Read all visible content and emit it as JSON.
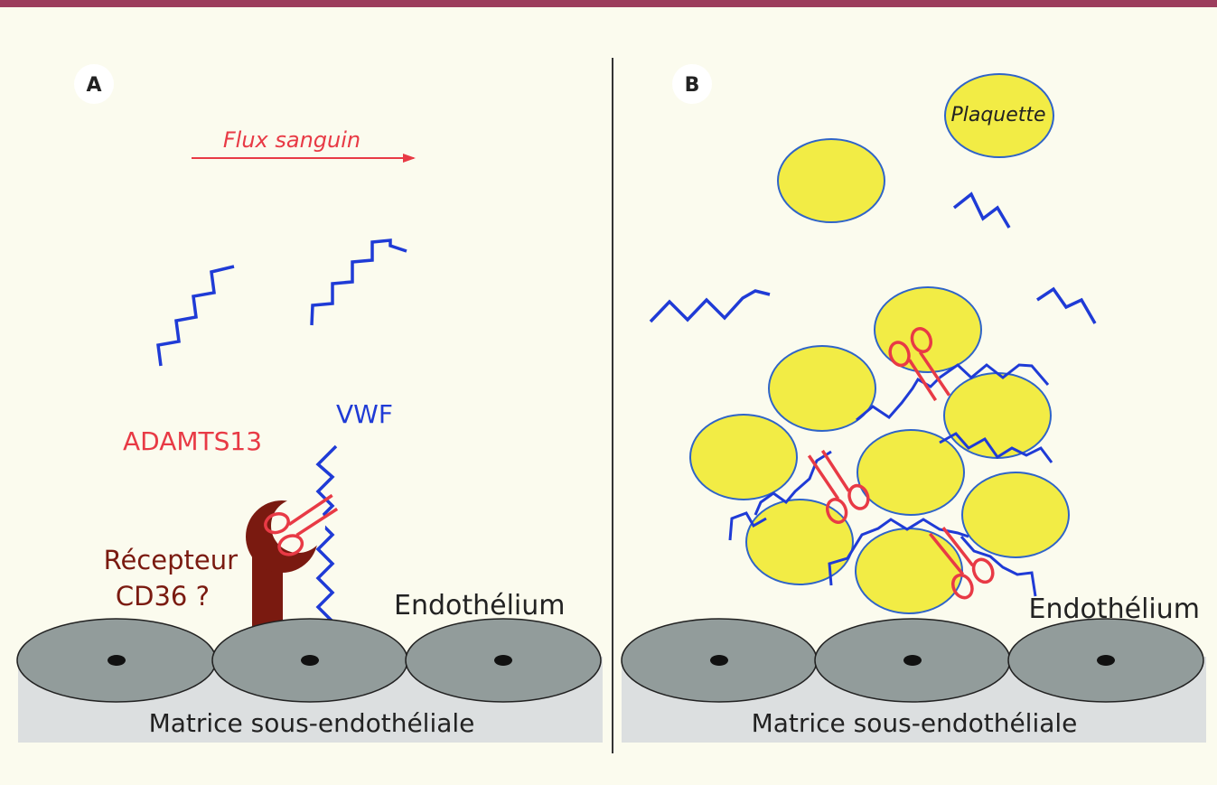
{
  "colors": {
    "background": "#fbfbee",
    "top_bar": "#9c3d5c",
    "matrix": "#dcdfe0",
    "cell_fill": "#929c9b",
    "platelet_fill": "#f2ec45",
    "platelet_stroke": "#2f64c8",
    "vwf": "#1f3bd6",
    "adamts13": "#e83a45",
    "receptor": "#7a1a10",
    "text_dark": "#222222"
  },
  "panel_a": {
    "label": "A",
    "flow_label": "Flux sanguin",
    "adamts13_label": "ADAMTS13",
    "vwf_label": "VWF",
    "receptor_label_line1": "Récepteur",
    "receptor_label_line2": "CD36 ?",
    "endothelium_label": "Endothélium",
    "matrix_label": "Matrice sous-endothéliale"
  },
  "panel_b": {
    "label": "B",
    "platelet_label": "Plaquette",
    "endothelium_label": "Endothélium",
    "matrix_label": "Matrice sous-endothéliale"
  },
  "icons": {
    "scissors": "scissors-icon",
    "flow_arrow": "arrow-right-icon"
  }
}
